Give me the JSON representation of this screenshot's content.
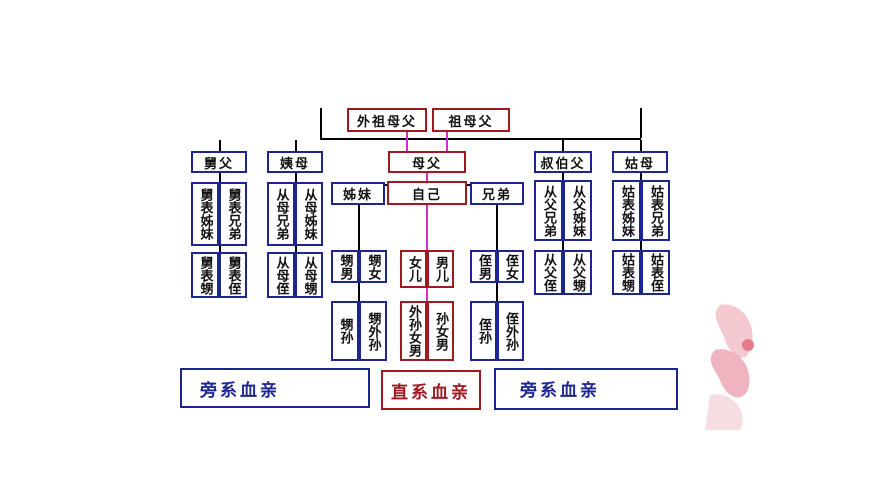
{
  "generation1": {
    "maternal_grandparents": "外祖母父",
    "paternal_grandparents": "祖母父"
  },
  "generation2": {
    "maternal_uncle": "舅父",
    "maternal_aunt": "姨母",
    "parents": "母父",
    "paternal_uncles": "叔伯父",
    "paternal_aunt": "姑母"
  },
  "generation3": {
    "cousins_maternal_uncle": [
      "舅表姊妹",
      "舅表兄弟"
    ],
    "cousins_maternal_aunt": [
      "从母兄弟",
      "从母姊妹"
    ],
    "sisters": "姊妹",
    "self": "自己",
    "brothers": "兄弟",
    "cousins_paternal_uncle": [
      "从父兄弟",
      "从父姊妹"
    ],
    "cousins_paternal_aunt": [
      "姑表姊妹",
      "姑表兄弟"
    ]
  },
  "generation4": {
    "maternal_uncle_nephews": [
      "舅表甥",
      "舅表侄"
    ],
    "maternal_aunt_nephews": [
      "从母侄",
      "从母甥"
    ],
    "sister_children": [
      "甥男",
      "甥女"
    ],
    "own_children": [
      "女儿",
      "男儿"
    ],
    "brother_children": [
      "侄男",
      "侄女"
    ],
    "paternal_uncle_nephews": [
      "从父侄",
      "从父甥"
    ],
    "paternal_aunt_nephews": [
      "姑表甥",
      "姑表侄"
    ]
  },
  "generation5": {
    "sister_grandchildren": [
      "甥孙",
      "甥外孙"
    ],
    "own_grandchildren": [
      "外孙女男",
      "孙女男"
    ],
    "brother_grandchildren": [
      "侄孙",
      "侄外孙"
    ]
  },
  "legend": {
    "collateral_left": "旁系血亲",
    "lineal": "直系血亲",
    "collateral_right": "旁系血亲"
  },
  "colors": {
    "blue": "#1c2590",
    "red": "#a01820",
    "magenta": "#d030c8",
    "line": "#000000"
  }
}
